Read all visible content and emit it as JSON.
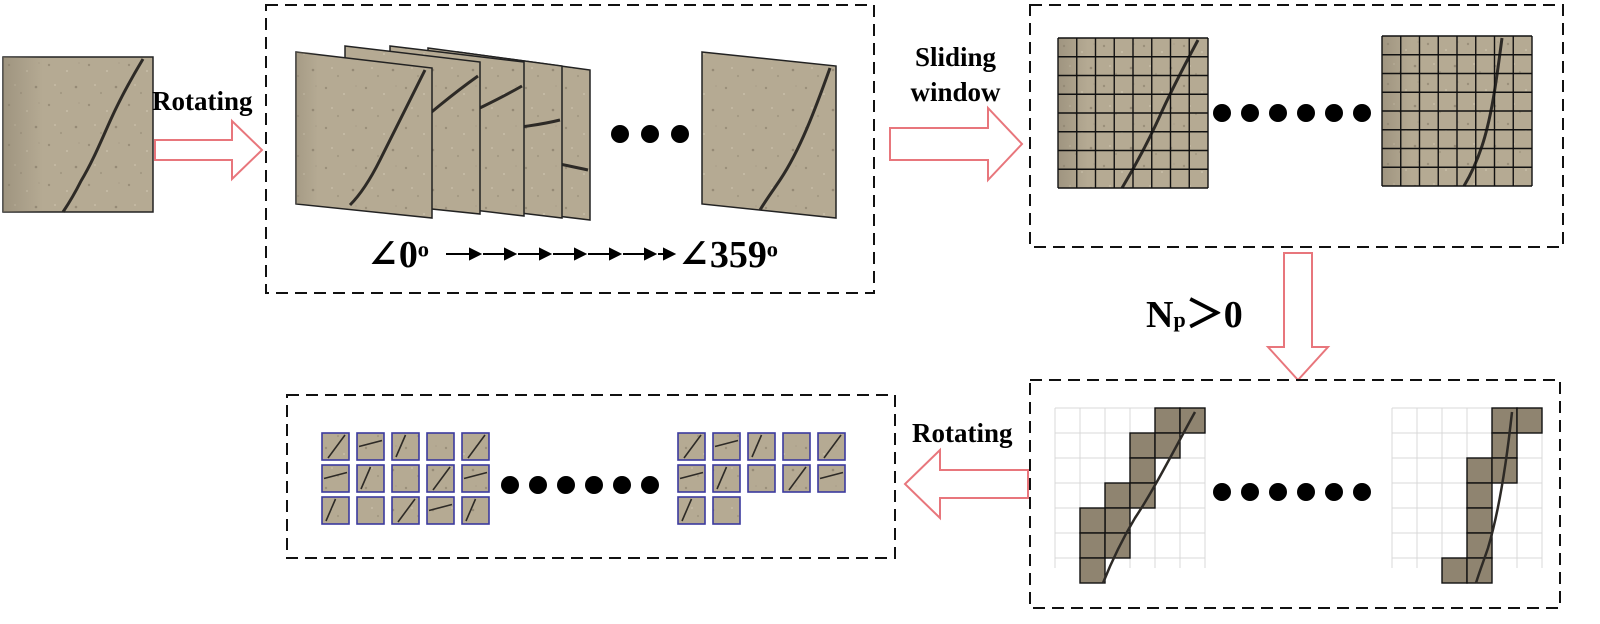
{
  "diagram": {
    "labels": {
      "rotating_top": "Rotating",
      "sliding_window_line1": "Sliding",
      "sliding_window_line2": "window",
      "angle_start": "∠0ᵒ",
      "angle_end": "∠359ᵒ",
      "condition_main": "N",
      "condition_sub": "p",
      "condition_rest": "＞0",
      "rotating_bottom": "Rotating"
    },
    "ellipsis": "•",
    "colors": {
      "arrow_stroke": "#e8767c",
      "arrow_fill": "#ffffff",
      "box_stroke": "#111111",
      "texture_base": "#b5aa93",
      "texture_dark": "#8f8470",
      "crack": "#2d2a26",
      "grid_light": "#d8d8d8",
      "patch_border": "#3b3a9e"
    }
  }
}
